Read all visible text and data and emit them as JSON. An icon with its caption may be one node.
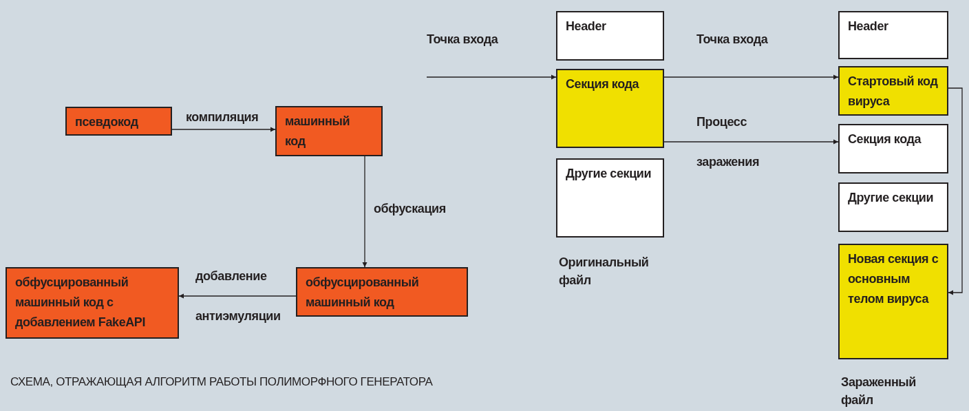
{
  "diagram": {
    "caption": "СХЕМА, ОТРАЖАЮЩАЯ АЛГОРИТМ РАБОТЫ ПОЛИМОРФНОГО ГЕНЕРАТОРА",
    "nodes": [
      {
        "text": [
          "псевдокод"
        ]
      },
      {
        "text": [
          "машинный код"
        ]
      },
      {
        "text": [
          "обфусцированный машинный код"
        ]
      },
      {
        "text": [
          "обфусцированный машинный код с добавлением FakeAPI"
        ]
      },
      {
        "text": [
          "Header"
        ]
      },
      {
        "text": [
          "Секция кода"
        ]
      },
      {
        "text": [
          "Другие секции"
        ]
      },
      {
        "text": [
          "Header"
        ]
      },
      {
        "text": [
          "Стартовый код вируса"
        ]
      },
      {
        "text": [
          "Секция кода"
        ]
      },
      {
        "text": [
          "Другие секции"
        ]
      },
      {
        "text": [
          "Новая секция с основным телом вируса"
        ]
      }
    ],
    "edges": [
      {
        "from": 0,
        "to": 1,
        "arrow": "to",
        "label": "компиляция"
      },
      {
        "from": 1,
        "to": 2,
        "arrow": "to",
        "label": "обфускация"
      },
      {
        "from": 2,
        "to": 3,
        "arrow": "to",
        "label": "добавление антиэмуляции"
      },
      {
        "from": null,
        "to": 5,
        "arrow": "to",
        "label": "Точка входа"
      },
      {
        "from": 5,
        "to": 8,
        "arrow": "to",
        "label": "Точка входа"
      },
      {
        "from": 5,
        "to": 9,
        "arrow": "to",
        "label": "Процесс заражения"
      },
      {
        "from": 8,
        "to": 11,
        "arrow": "to"
      }
    ],
    "labels": [
      "Оригинальный файл",
      "Зараженный файл"
    ]
  }
}
